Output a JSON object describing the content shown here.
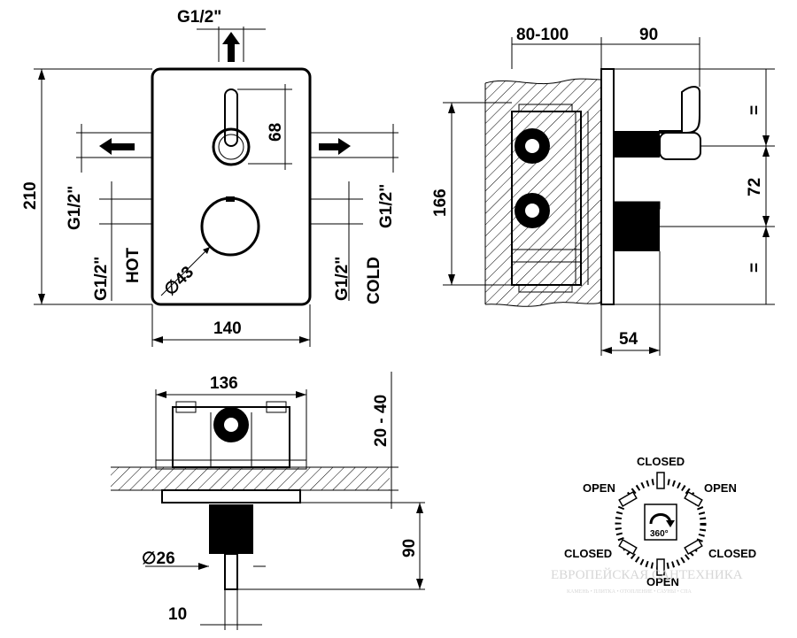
{
  "front_view": {
    "outlet_top": "G1/2\"",
    "width": "140",
    "height": "210",
    "lever_dim": "68",
    "knob_dim": "∅43",
    "left_outlet": "G1/2\"",
    "left_inlet": "G1/2\"",
    "hot_label": "HOT",
    "right_outlet": "G1/2\"",
    "right_inlet": "G1/2\"",
    "cold_label": "COLD"
  },
  "side_view": {
    "wall_depth": "80-100",
    "protrusion": "90",
    "body_height": "166",
    "spacing": "72",
    "equal_top": "=",
    "equal_bottom": "=",
    "knob_depth": "54"
  },
  "top_view": {
    "width": "136",
    "depth": "20 - 40",
    "protrusion": "90",
    "diameter": "∅26",
    "stem": "10"
  },
  "rotation_diagram": {
    "closed_top": "CLOSED",
    "open_left": "OPEN",
    "open_right": "OPEN",
    "closed_left": "CLOSED",
    "closed_right": "CLOSED",
    "open_bottom": "OPEN",
    "rotation": "360°"
  },
  "watermark": {
    "name": "ЕВРОПЕЙСКАЯ САНТЕХНИКА",
    "tagline": "КАМЕНЬ • ПЛИТКА • ОТОПЛЕНИЕ • САУНЫ • СПА"
  }
}
